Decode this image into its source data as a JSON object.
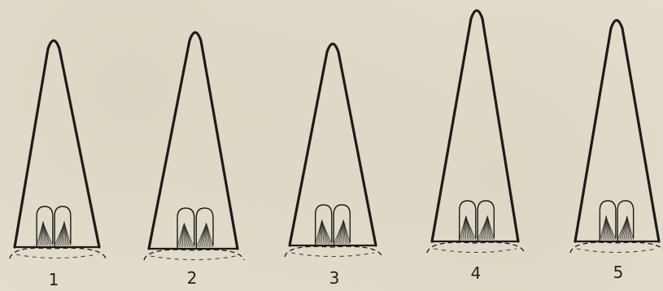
{
  "figure": {
    "labels": [
      "1",
      "2",
      "3",
      "4",
      "5"
    ]
  },
  "colors": {
    "ink": "#1b1b1b",
    "paper": "#e6dfcd"
  }
}
